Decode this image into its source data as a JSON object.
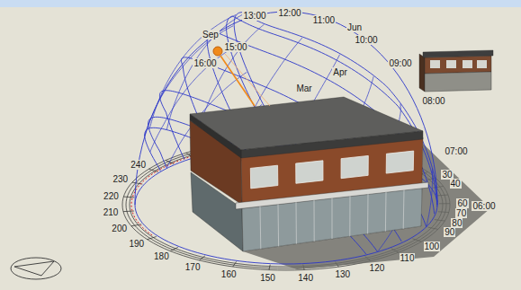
{
  "diagram": {
    "labels": [
      "13:00",
      "12:00",
      "11:00",
      "Jun",
      "10:00",
      "Sep",
      "15:00",
      "16:00",
      "Apr",
      "09:00",
      "08:00",
      "Mar",
      "07:00",
      "06:00",
      "30",
      "40",
      "60",
      "70",
      "80",
      "90",
      "100",
      "110",
      "120",
      "130",
      "140",
      "150",
      "160",
      "170",
      "180",
      "190",
      "200",
      "210",
      "220",
      "230",
      "240"
    ]
  }
}
